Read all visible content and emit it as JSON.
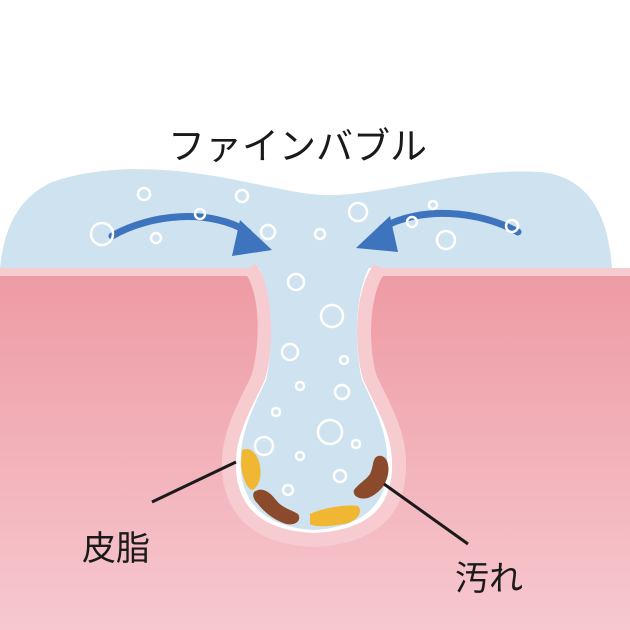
{
  "title": "ファインバブル",
  "labels": {
    "sebum": "皮脂",
    "dirt": "汚れ"
  },
  "colors": {
    "foam": "#cfe2ef",
    "skin_top": "#f0a0a8",
    "skin_bottom": "#f7c4cb",
    "skin_rim": "#f6c6cb",
    "arrow": "#3e73be",
    "sebum": "#f0b733",
    "dirt": "#8b4a2c",
    "leader_line": "#1a1a1a"
  },
  "icons": [
    "bubble",
    "arrow-right-icon",
    "arrow-left-icon"
  ]
}
